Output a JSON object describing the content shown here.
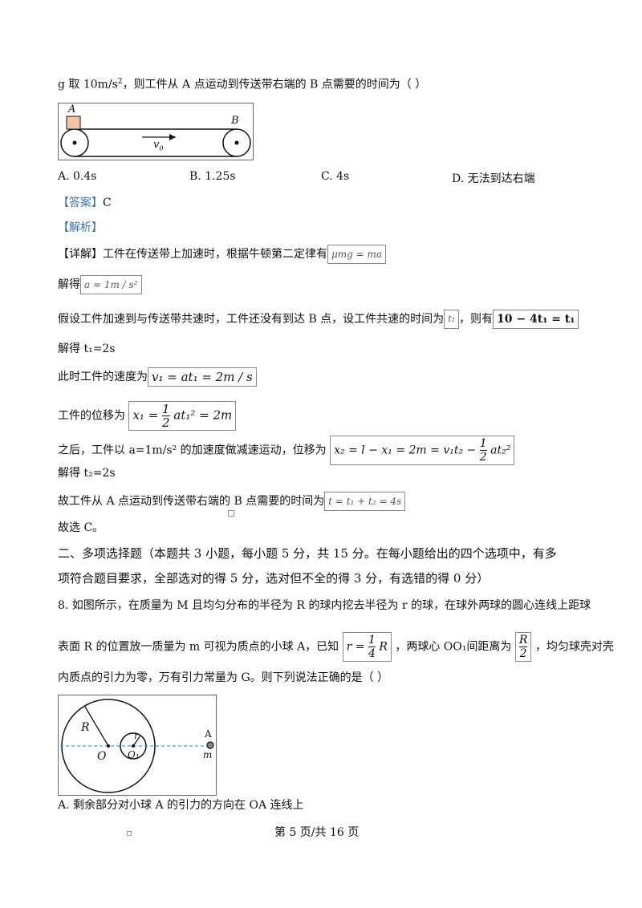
{
  "q7": {
    "stem_pre": "g 取  10m/s",
    "stem_sup": "2",
    "stem_post": "，则工件从 A 点运动到传送带右端的 B 点需要的时间为（       ）",
    "fig": {
      "label_a": "A",
      "label_b": "B",
      "label_v": "v",
      "label_v_sub": "0"
    },
    "options": [
      "A. 0.4s",
      "B. 1.25s",
      "C. 4s",
      "D.  无法到达右端"
    ],
    "answer_tag": "【答案】",
    "answer": "C",
    "analysis_tag": "【解析】",
    "detail_tag": "【详解】",
    "line1": "工件在传送带上加速时，根据牛顿第二定律有",
    "f1": "μmg = ma",
    "line2": "解得",
    "f2": "a = 1m / s²",
    "line3": "假设工件加速到与传送带共速时，工件还没有到达  B 点，设工件共速的时间为",
    "f3": "t₁",
    "line3b": "，则有",
    "f4": "10 − 4t₁ = t₁",
    "line4": "解得  t₁=2s",
    "line5": "此时工件的速度为",
    "f5": "v₁ = at₁ = 2m / s",
    "line6": "工件的位移为",
    "f6_pre": "x₁ =",
    "f6_num": "1",
    "f6_den": "2",
    "f6_post": "at₁² = 2m",
    "line7": "之后，工件以  a=1m/s² 的加速度做减速运动，位移为",
    "f7_pre": "x₂ = l − x₁ = 2m = v₁t₂ −",
    "f7_num": "1",
    "f7_den": "2",
    "f7_post": "at₂²",
    "line8": "解得  t₂=2s",
    "line9": "故工件从  A 点运动到传送带右端的  B 点需要的时间为",
    "f9": "t = t₁ + t₂ = 4s",
    "line10": "故选  C。"
  },
  "section2": {
    "line1": "二、多项选择题（本题共  3 小题，每小题  5 分，共  15 分。在每小题给出的四个选项中，有多",
    "line2": "项符合题目要求，全部选对的得  5 分，选对但不全的得  3 分，有选错的得  0 分）"
  },
  "q8": {
    "line1": "8. 如图所示，在质量为  M 且均匀分布的半径为  R 的球内挖去半径为  r 的球，在球外两球的圆心连线上距球",
    "line2_pre": "表面  R 的位置放一质量为  m 可视为质点的小球  A，已知",
    "f1_pre": "r =",
    "f1_num": "1",
    "f1_den": "4",
    "f1_post": "R",
    "line2_mid": "，两球心  OO₁间距离为",
    "f2_num": "R",
    "f2_den": "2",
    "line2_post": "，均匀球壳对壳",
    "line3": "内质点的引力为零，万有引力常量为  G。则下列说法正确的是（        ）",
    "fig": {
      "label_R": "R",
      "label_r": "r",
      "label_O": "O",
      "label_O1": "O₁",
      "label_A": "A",
      "label_m": "m"
    },
    "optionA": "A.  剩余部分对小球  A 的引力的方向在  OA 连线上"
  },
  "footer": "第  5 页/共  16 页"
}
